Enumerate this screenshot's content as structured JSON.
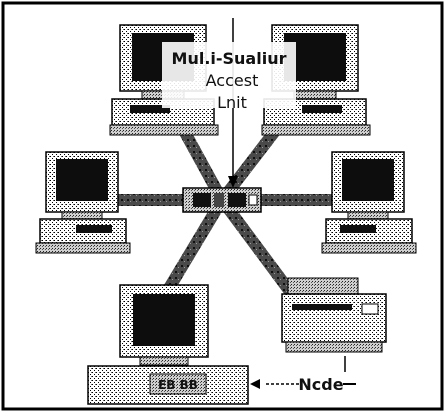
{
  "labels": {
    "mau_line1": "Mul.i-Sualiur",
    "mau_line2": "Accest",
    "mau_line3": "Lnit",
    "node": "Ncde",
    "unit_label": "EB BB"
  },
  "icons": {
    "stations": [
      "workstation-icon",
      "workstation-icon",
      "workstation-icon",
      "workstation-icon",
      "workstation-icon",
      "printer-icon"
    ],
    "hub": "access-unit-icon"
  },
  "colors": {
    "line": "#111111",
    "screen": "#0d0d0d",
    "frame": "#ffffff",
    "gray": "#8a8a8a",
    "background": "#ffffff"
  }
}
